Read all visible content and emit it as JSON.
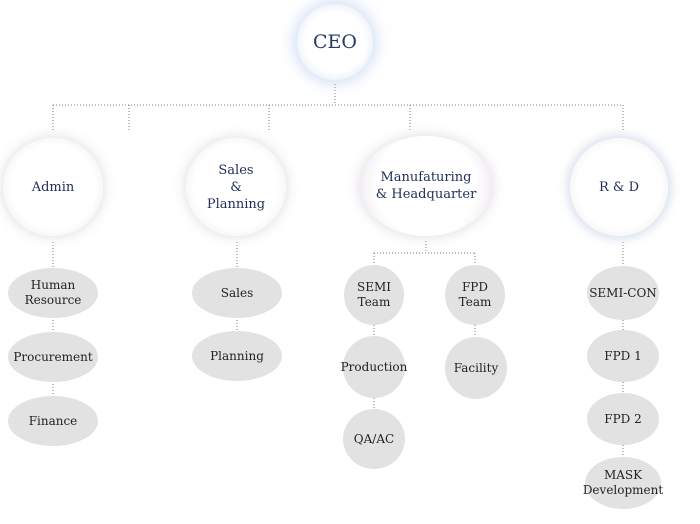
{
  "ceo": "CEO",
  "departments": {
    "admin": {
      "label": "Admin",
      "units": [
        "Human\nResource",
        "Procurement",
        "Finance"
      ]
    },
    "sales": {
      "label": "Sales\n&\nPlanning",
      "units": [
        "Sales",
        "Planning"
      ]
    },
    "manufacturing": {
      "label": "Manufaturing\n& Headquarter",
      "semi": {
        "label": "SEMI\nTeam",
        "units": [
          "Production",
          "QA/AC"
        ]
      },
      "fpd": {
        "label": "FPD\nTeam",
        "units": [
          "Facility"
        ]
      }
    },
    "rnd": {
      "label": "R & D",
      "units": [
        "SEMI-CON",
        "FPD 1",
        "FPD 2",
        "MASK\nDevelopment"
      ]
    }
  },
  "colors": {
    "connector": "#777777",
    "sub_node_fill": "#e2e2e2",
    "title_text": "#1f2d5a"
  }
}
